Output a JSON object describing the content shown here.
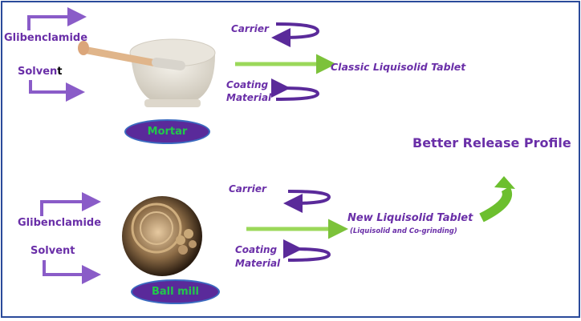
{
  "top": {
    "input1": "Glibenclamide",
    "input2_main": "Solven",
    "input2_last": "t",
    "equipment": "Mortar",
    "carrier": "Carrier",
    "coating_line1": "Coating",
    "coating_line2": "Material",
    "product": "Classic Liquisolid Tablet"
  },
  "bottom": {
    "input1": "Glibenclamide",
    "input2": "Solvent",
    "equipment": "Ball mill",
    "carrier": "Carrier",
    "coating_line1": "Coating",
    "coating_line2": "Material",
    "product": "New Liquisolid Tablet",
    "product_sub": "(Liquisolid and Co-grinding)"
  },
  "outcome": "Better Release Profile",
  "colors": {
    "purple": "#6a2fa8",
    "green": "#8fd14f",
    "frame": "#2a4a9a"
  }
}
